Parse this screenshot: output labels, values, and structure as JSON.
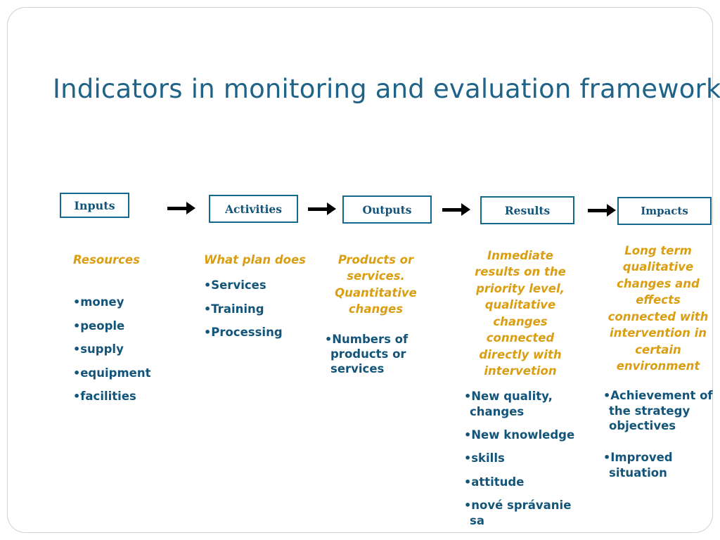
{
  "slide": {
    "title": "Indicators in monitoring and evaluation framework",
    "accent_box_border": "#12688f",
    "accent_heading": "#d99e12",
    "accent_text": "#13557a",
    "title_color": "#1f6389",
    "border_color": "#cfd4c8"
  },
  "chain": {
    "nodes": [
      {
        "label": "Inputs"
      },
      {
        "label": "Activities"
      },
      {
        "label": "Outputs"
      },
      {
        "label": "Results"
      },
      {
        "label": "Impacts"
      }
    ],
    "arrow_icon": "arrow-right-icon"
  },
  "columns": [
    {
      "heading": "Resources",
      "bullets": [
        "money",
        "people",
        "supply",
        "equipment",
        "facilities"
      ]
    },
    {
      "heading": "What plan does",
      "bullets": [
        "Services",
        "Training",
        "Processing"
      ]
    },
    {
      "heading": "Products or services. Quantitative changes",
      "bullets": [
        "Numbers of products or services"
      ]
    },
    {
      "heading": "Inmediate results on the priority level, qualitative changes connected directly with intervetion",
      "bullets": [
        "New quality, changes",
        "New knowledge",
        "skills",
        "attitude",
        "nové správanie sa"
      ]
    },
    {
      "heading": "Long term qualitative changes and effects connected with intervention in certain environment",
      "bullets": [
        "Achievement of the strategy objectives",
        "Improved situation"
      ]
    }
  ]
}
